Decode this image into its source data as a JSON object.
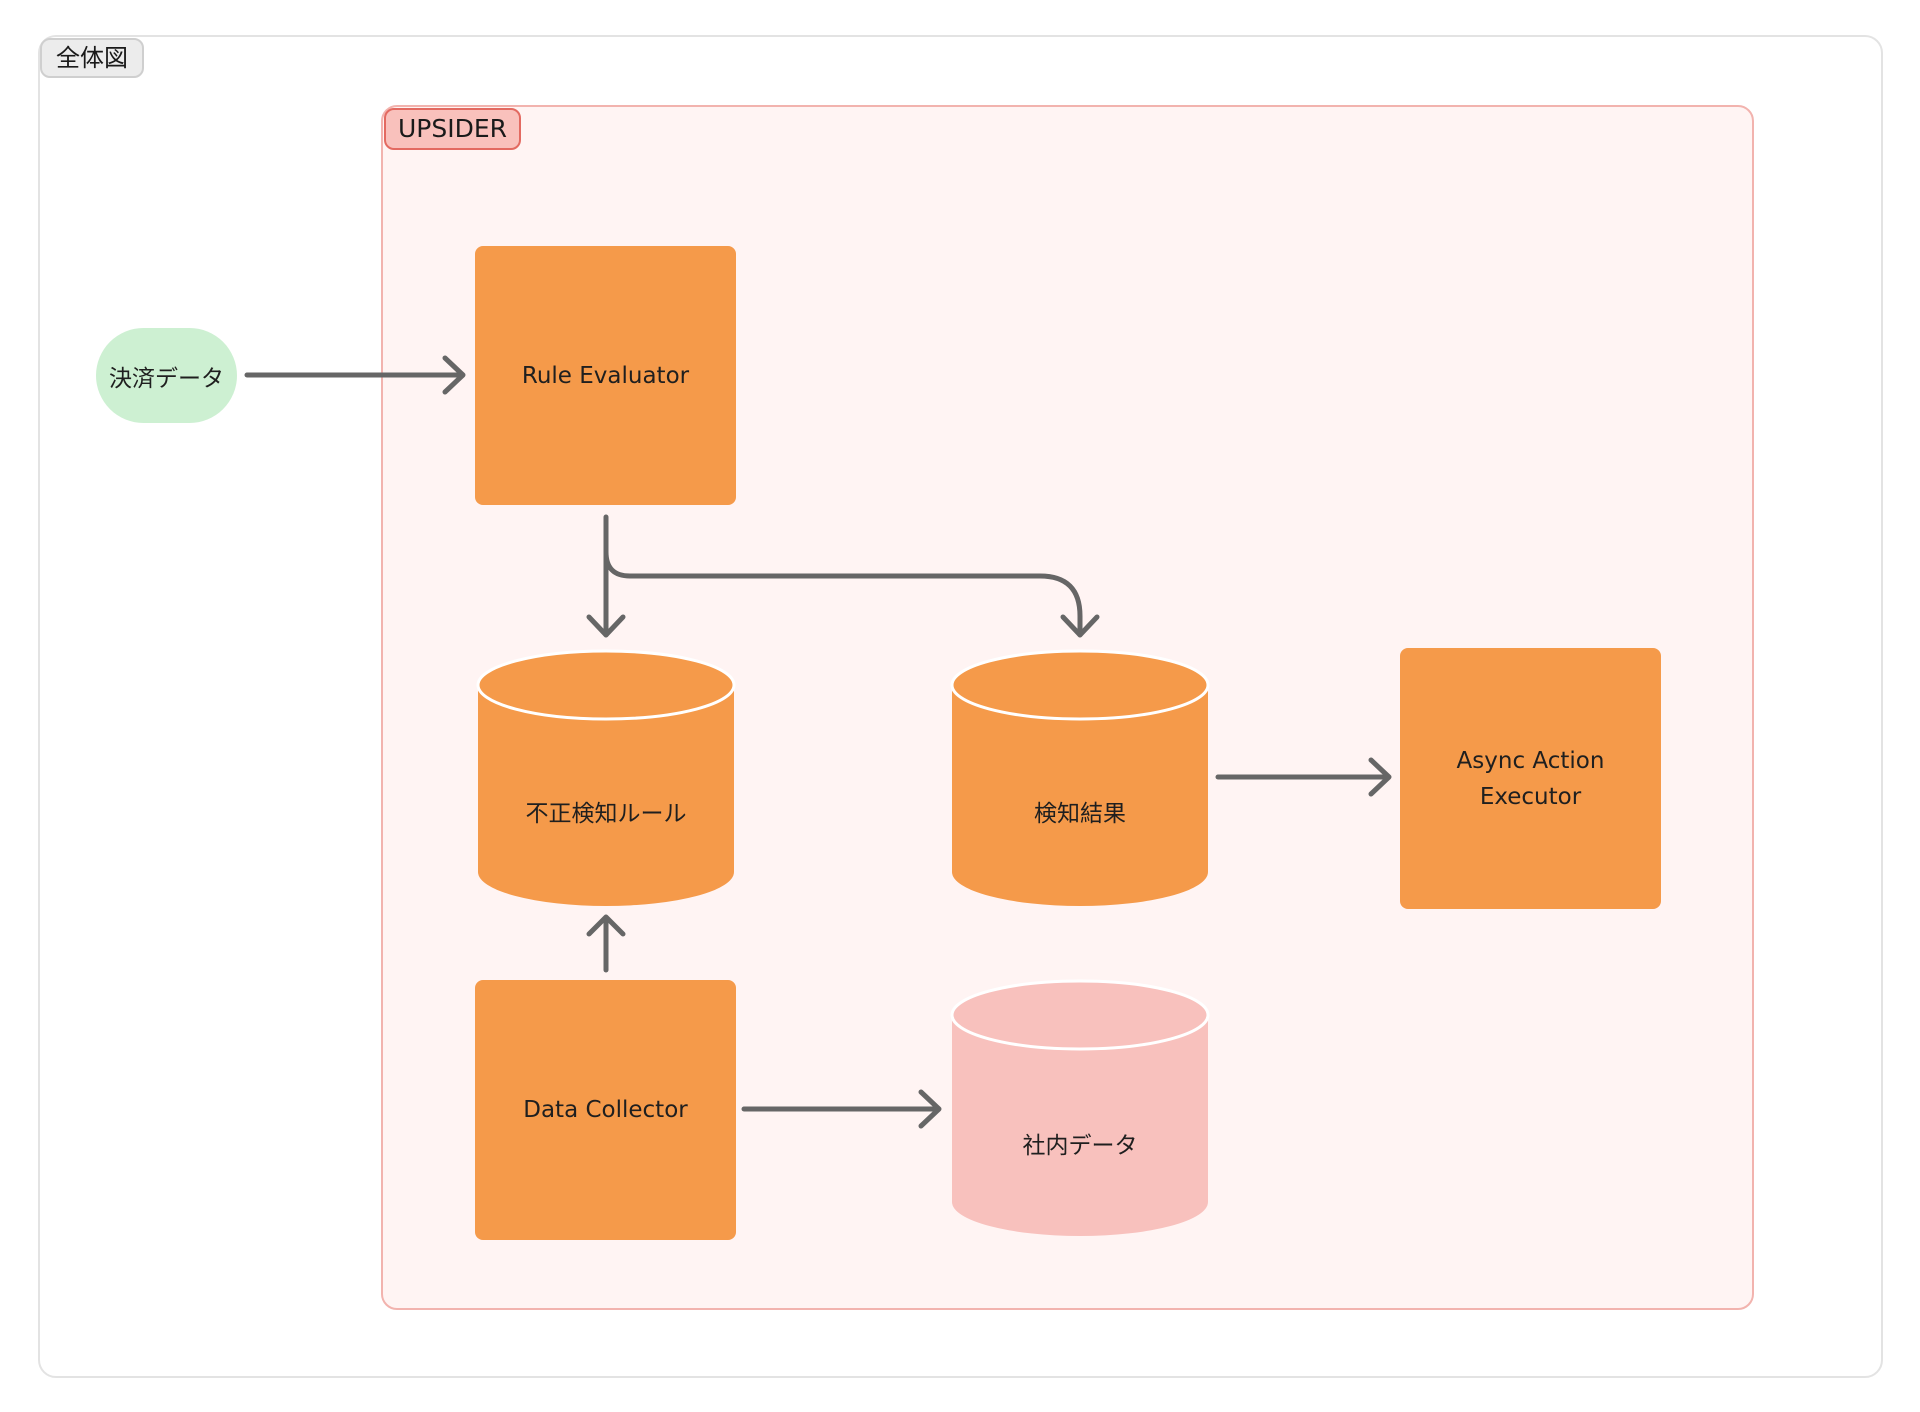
{
  "frame": {
    "title": "全体図"
  },
  "group": {
    "title": "UPSIDER"
  },
  "nodes": {
    "payment_data": {
      "label": "決済データ"
    },
    "rule_evaluator": {
      "label": "Rule Evaluator"
    },
    "fraud_rules": {
      "label": "不正検知ルール"
    },
    "detection_results": {
      "label": "検知結果"
    },
    "async_action_executor": {
      "label": "Async Action\nExecutor"
    },
    "data_collector": {
      "label": "Data Collector"
    },
    "internal_data": {
      "label": "社内データ"
    }
  },
  "edges": [
    {
      "from": "決済データ",
      "to": "Rule Evaluator"
    },
    {
      "from": "Rule Evaluator",
      "to": "不正検知ルール"
    },
    {
      "from": "Rule Evaluator",
      "to": "検知結果"
    },
    {
      "from": "検知結果",
      "to": "Async Action Executor"
    },
    {
      "from": "Data Collector",
      "to": "不正検知ルール"
    },
    {
      "from": "Data Collector",
      "to": "社内データ"
    }
  ],
  "colors": {
    "service": "#f59a4a",
    "datastore": "#f59a4a",
    "internal_store": "#f8c1bd",
    "input": "#cdf0d2",
    "group_fill": "#fff4f3",
    "group_border": "#f2b3ae",
    "arrow": "#666666"
  }
}
